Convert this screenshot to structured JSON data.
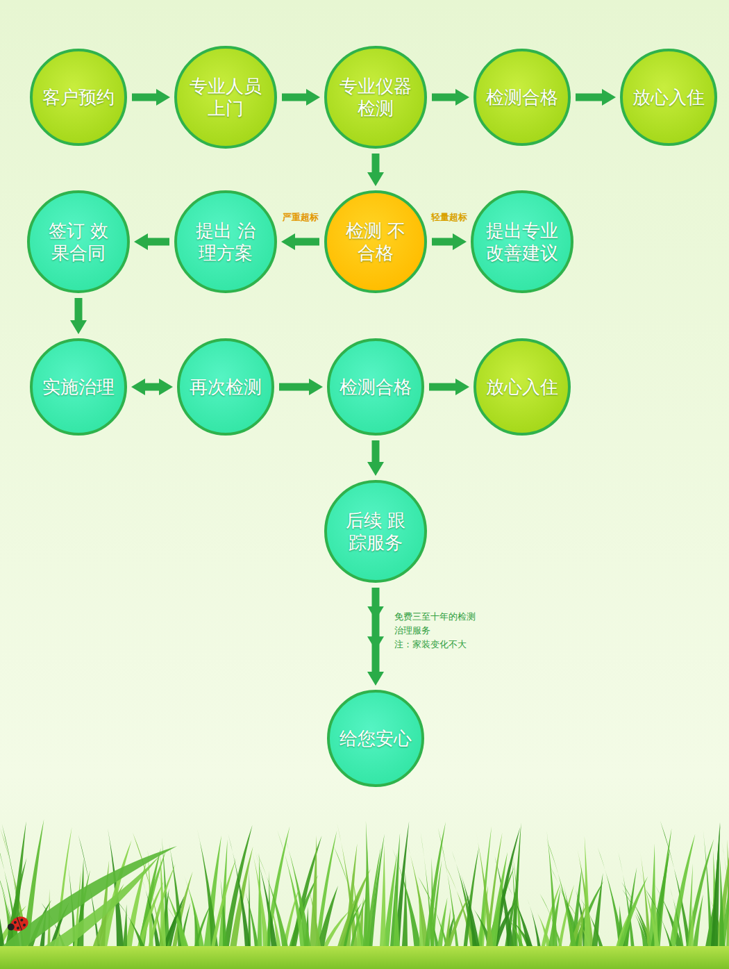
{
  "diagram": {
    "nodes": [
      {
        "text": [
          "客户预约"
        ]
      },
      {
        "text": [
          "专业人员 上门"
        ]
      },
      {
        "text": [
          "专业仪器 检测"
        ]
      },
      {
        "text": [
          "检测合格"
        ]
      },
      {
        "text": [
          "放心入住"
        ]
      },
      {
        "text": [
          "签订 效果合同"
        ]
      },
      {
        "text": [
          "提出 治理方案"
        ]
      },
      {
        "text": [
          "检测 不合格"
        ]
      },
      {
        "text": [
          "提出专业 改善建议"
        ]
      },
      {
        "text": [
          "实施治理"
        ]
      },
      {
        "text": [
          "再次检测"
        ]
      },
      {
        "text": [
          "检测合格"
        ]
      },
      {
        "text": [
          "放心入住"
        ]
      },
      {
        "text": [
          "后续 跟踪服务"
        ]
      },
      {
        "text": [
          "给您安心"
        ]
      }
    ],
    "edges": [
      {
        "from": 0,
        "to": 1,
        "arrow": "to"
      },
      {
        "from": 1,
        "to": 2,
        "arrow": "to"
      },
      {
        "from": 2,
        "to": 3,
        "arrow": "to"
      },
      {
        "from": 3,
        "to": 4,
        "arrow": "to"
      },
      {
        "from": 2,
        "to": 7,
        "arrow": "to"
      },
      {
        "from": 7,
        "to": 6,
        "label": "严重超标",
        "arrow": "to"
      },
      {
        "from": 7,
        "to": 8,
        "label": "轻量超标",
        "arrow": "to"
      },
      {
        "from": 6,
        "to": 5,
        "arrow": "to"
      },
      {
        "from": 5,
        "to": 9,
        "arrow": "to"
      },
      {
        "from": 9,
        "to": 10,
        "arrow": "both"
      },
      {
        "from": 10,
        "to": 11,
        "arrow": "to"
      },
      {
        "from": 11,
        "to": 12,
        "arrow": "to"
      },
      {
        "from": 11,
        "to": 13,
        "arrow": "to"
      },
      {
        "from": 13,
        "to": 14,
        "label": "免费三至十年的检测 治理服务",
        "arrow": "to"
      }
    ],
    "labels": [
      "注：家装变化不大"
    ]
  }
}
